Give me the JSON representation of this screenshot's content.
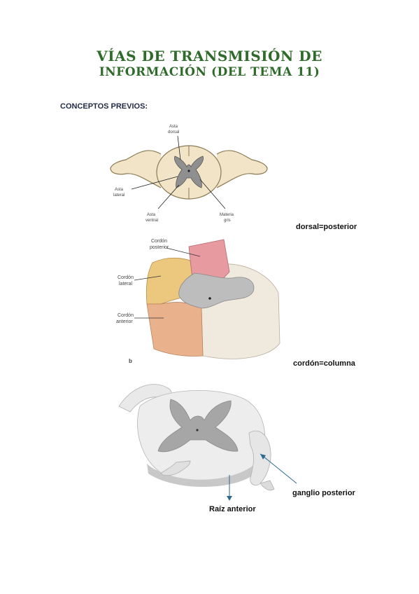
{
  "title": {
    "line1": "VÍAS DE TRANSMISIÓN DE",
    "line2": "INFORMACIÓN (DEL TEMA 11)"
  },
  "section": {
    "heading": "CONCEPTOS PREVIOS:"
  },
  "figure1": {
    "labels": {
      "dorsal_1": "Asta",
      "dorsal_2": "dorsal",
      "lateral_1": "Asta",
      "lateral_2": "lateral",
      "ventral_1": "Asta",
      "ventral_2": "ventral",
      "gris_1": "Materia",
      "gris_2": "gris"
    }
  },
  "notes": {
    "dorsal": "dorsal=posterior",
    "cordon": "cordón=columna",
    "ganglio": "ganglio posterior",
    "raiz": "Raíz anterior"
  },
  "figure2": {
    "labels": {
      "posterior_1": "Cordón",
      "posterior_2": "posterior",
      "lateral_1": "Cordón",
      "lateral_2": "lateral",
      "anterior_1": "Cordón",
      "anterior_2": "anterior",
      "panel": "b"
    }
  },
  "colors": {
    "title": "#2f6b2a",
    "posterior": "#e79aa0",
    "lateral": "#ecc77e",
    "anterior": "#eab28c",
    "white_matter": "#efe9de",
    "gray_matter": "#9a9a9a",
    "arrow": "#2b6a8f"
  }
}
